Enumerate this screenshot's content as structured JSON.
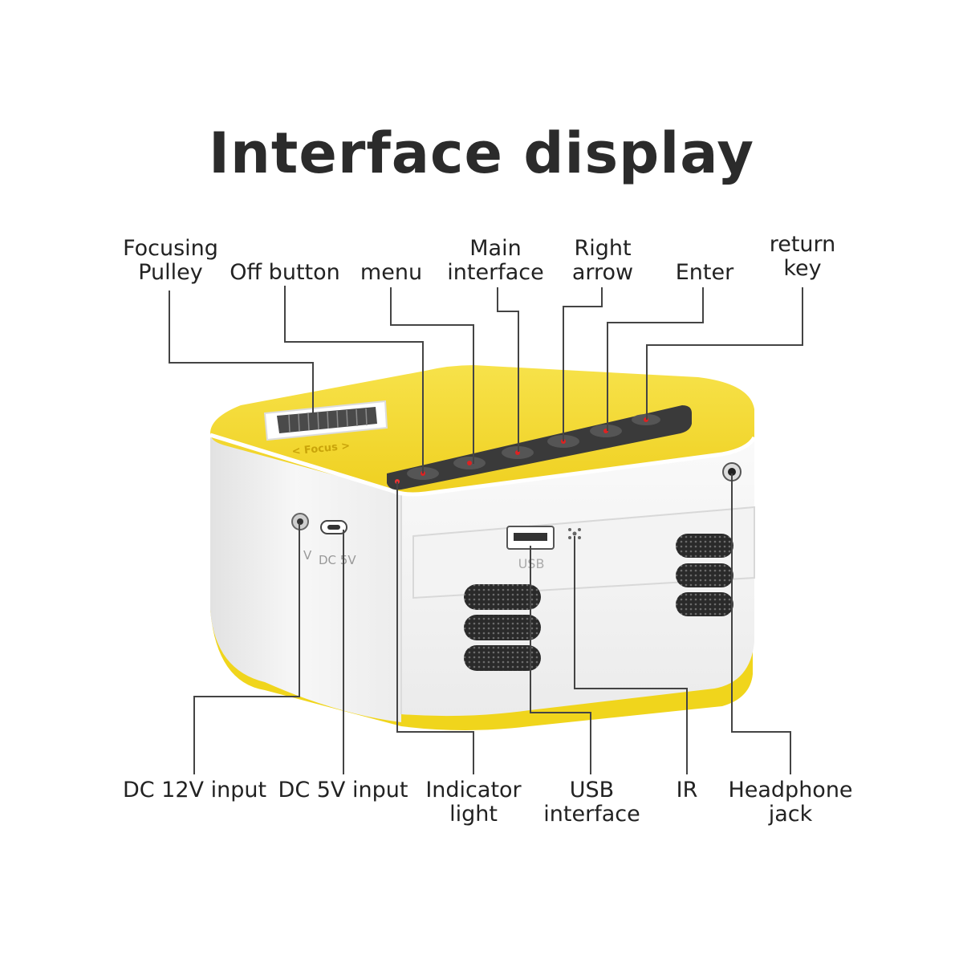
{
  "title": "Interface display",
  "device": {
    "focus_text": "< Focus >",
    "port_usb": "USB",
    "port_dc5": "DC 5V",
    "port_dc12": "V"
  },
  "callouts": {
    "focusing_pulley": "Focusing\nPulley",
    "off_button": "Off button",
    "menu": "menu",
    "main_interface": "Main\ninterface",
    "right_arrow": "Right\narrow",
    "enter": "Enter",
    "return_key": "return\nkey",
    "dc12v_input": "DC 12V input",
    "dc5v_input": "DC 5V input",
    "indicator_light": "Indicator\nlight",
    "usb_interface": "USB\ninterface",
    "ir": "IR",
    "headphone_jack": "Headphone\njack"
  },
  "colors": {
    "yellow": "#f5dd28",
    "yellow_dark": "#e9c90f",
    "body_white": "#f4f4f4",
    "body_shade": "#e6e6e6",
    "panel_dark": "#3a3a3a",
    "line": "#444444"
  }
}
